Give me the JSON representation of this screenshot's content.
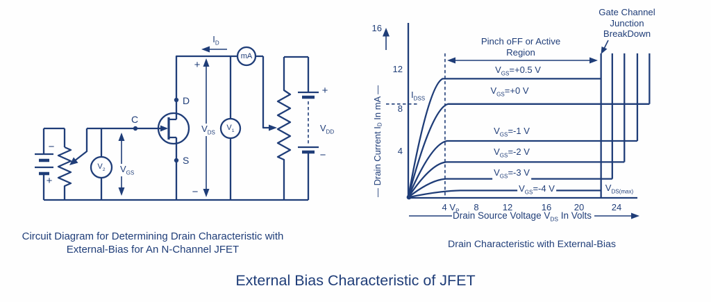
{
  "title": "External Bias Characteristic of JFET",
  "left_caption": "Circuit Diagram for Determining Drain Characteristic with\nExternal-Bias for An N-Channel JFET",
  "right_caption": "Drain Characteristic with External-Bias",
  "colors": {
    "ink": "#1f3d78",
    "background": "#fefefe"
  },
  "circuit": {
    "labels": {
      "id": {
        "pre": "I",
        "sub": "D"
      },
      "ma_meter": "mA",
      "v1_meter": {
        "pre": "V",
        "sub": "1"
      },
      "v2_meter": {
        "pre": "V",
        "sub": "2"
      },
      "vds": {
        "pre": "V",
        "sub": "DS"
      },
      "vgs": {
        "pre": "V",
        "sub": "GS"
      },
      "vdd": {
        "pre": "V",
        "sub": "DD"
      },
      "gate_node": "C",
      "drain_node": "D",
      "source_node": "S",
      "plus": "+",
      "minus": "−"
    }
  },
  "chart_data": {
    "type": "line",
    "title": "Drain Characteristic with External-Bias",
    "xlabel": {
      "pre": "Drain Source Voltage V",
      "sub": "DS",
      "post": " In Volts"
    },
    "ylabel": {
      "pre": "— Drain Current I",
      "sub": "D",
      "post": " In mA —"
    },
    "xlim": [
      0,
      26.5
    ],
    "ylim": [
      0,
      16.6
    ],
    "grid": false,
    "y_tick_labels": [
      "16",
      "12",
      "8",
      "4"
    ],
    "x_tick_labels": [
      "8",
      "12",
      "16",
      "20",
      "24"
    ],
    "vp_tick": {
      "pre": "4 V",
      "sub": "P"
    },
    "pinch_off_vds": 4.25,
    "idss_ma": 8.9,
    "idss_label": {
      "pre": "I",
      "sub": "DSS"
    },
    "vds_max_label": {
      "pre": "V",
      "sub": "DS(max)"
    },
    "pinch_region_label": "Pinch oFF or Active\nRegion",
    "breakdown_label": "Gate Channel\nJunction\nBreakDown",
    "breakdown_top_ma": 13.7,
    "series": [
      {
        "vgs_v": 0.5,
        "label": {
          "pre": "V",
          "sub": "GS",
          "post": "=+0.5 V"
        },
        "i_sat_ma": 11.3,
        "knee_vds": 4.0,
        "end_vds": 22.3
      },
      {
        "vgs_v": 0,
        "label": {
          "pre": "V",
          "sub": "GS",
          "post": "=+0 V"
        },
        "i_sat_ma": 8.9,
        "knee_vds": 4.6,
        "end_vds": 27.9
      },
      {
        "vgs_v": -1,
        "label": {
          "pre": "V",
          "sub": "GS",
          "post": "=-1 V"
        },
        "i_sat_ma": 5.4,
        "knee_vds": 4.5,
        "end_vds": 26.5
      },
      {
        "vgs_v": -2,
        "label": {
          "pre": "V",
          "sub": "GS",
          "post": "=-2 V"
        },
        "i_sat_ma": 3.4,
        "knee_vds": 4.4,
        "end_vds": 25.0
      },
      {
        "vgs_v": -3,
        "label": {
          "pre": "V",
          "sub": "GS",
          "post": "=-3 V"
        },
        "i_sat_ma": 1.8,
        "knee_vds": 4.35,
        "end_vds": 23.6
      },
      {
        "vgs_v": -4,
        "label": {
          "pre": "V",
          "sub": "GS",
          "post": "=-4 V"
        },
        "i_sat_ma": 0.7,
        "knee_vds": 6.0,
        "end_vds": 22.3
      }
    ],
    "breakdown_lines": [
      {
        "vds": 22.3,
        "i_from": 0.0,
        "i_to": 13.7
      },
      {
        "vds": 23.6,
        "i_from": 1.8,
        "i_to": 13.7
      },
      {
        "vds": 25.0,
        "i_from": 3.4,
        "i_to": 13.7
      },
      {
        "vds": 26.5,
        "i_from": 5.4,
        "i_to": 13.7
      },
      {
        "vds": 27.9,
        "i_from": 8.9,
        "i_to": 13.7
      }
    ]
  }
}
